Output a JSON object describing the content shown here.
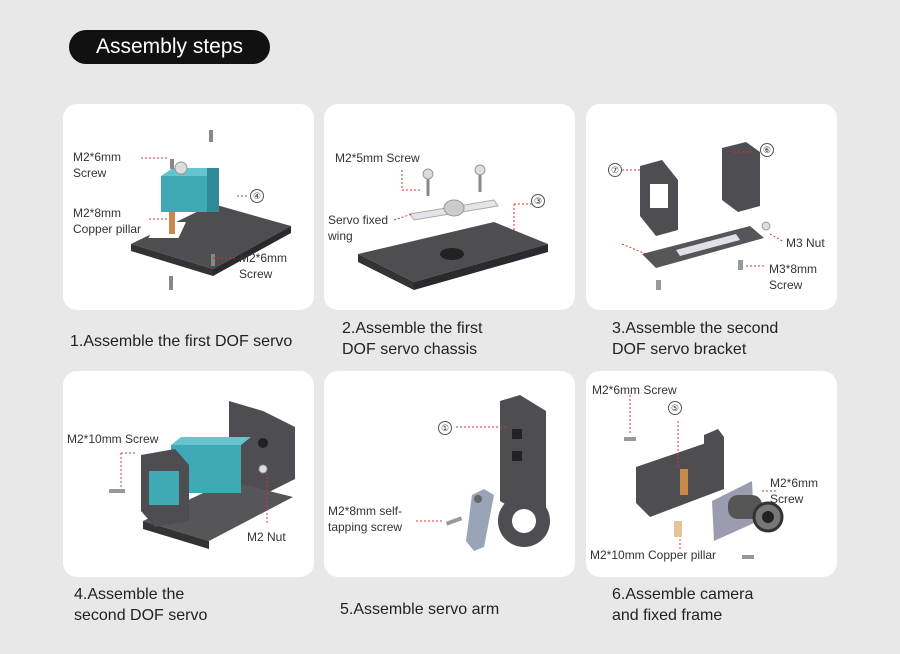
{
  "title": "Assembly steps",
  "steps": [
    {
      "caption_lines": [
        "1.Assemble the first DOF servo"
      ],
      "labels": [
        "M2*6mm",
        "Screw",
        "M2*8mm",
        "Copper pillar",
        "M2*6mm",
        "Screw"
      ],
      "markers": [
        "④"
      ]
    },
    {
      "caption_lines": [
        "2.Assemble the first",
        "DOF servo chassis"
      ],
      "labels": [
        "M2*5mm Screw",
        "Servo fixed",
        "wing"
      ],
      "markers": [
        "③"
      ]
    },
    {
      "caption_lines": [
        "3.Assemble the second",
        "DOF servo bracket"
      ],
      "labels": [
        "M3 Nut",
        "M3*8mm",
        "Screw"
      ],
      "markers": [
        "⑦",
        "⑥"
      ]
    },
    {
      "caption_lines": [
        "4.Assemble the",
        "second DOF servo"
      ],
      "labels": [
        "M2*10mm Screw",
        "M2 Nut"
      ],
      "markers": []
    },
    {
      "caption_lines": [
        "5.Assemble servo arm"
      ],
      "labels": [
        "M2*8mm self-",
        "tapping screw"
      ],
      "markers": [
        "①"
      ]
    },
    {
      "caption_lines": [
        "6.Assemble camera",
        "and fixed frame"
      ],
      "labels": [
        "M2*6mm Screw",
        "M2*6mm",
        "Screw",
        "M2*10mm Copper pillar"
      ],
      "markers": [
        "⑤"
      ]
    }
  ],
  "colors": {
    "background": "#e8e8e8",
    "card": "#ffffff",
    "title_pill": "#111111",
    "leader_line": "#e03030",
    "servo": "#3fa9b5",
    "plate": "#555559"
  }
}
